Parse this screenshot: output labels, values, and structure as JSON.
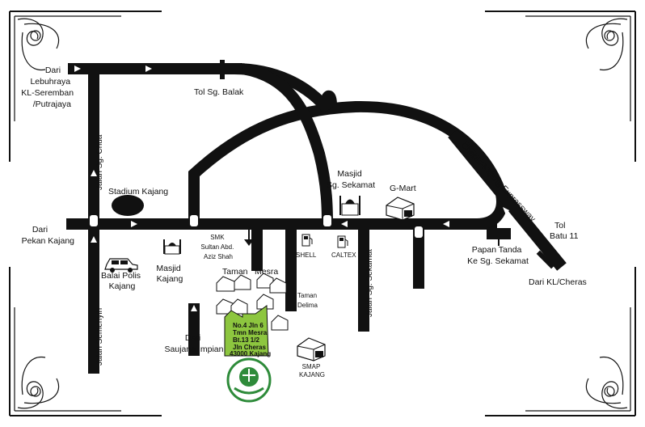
{
  "colors": {
    "road": "#111111",
    "highlight": "#8dc63f",
    "background": "#ffffff",
    "logo": "#2e8b3a"
  },
  "labels": {
    "dari_lebuhraya": [
      "Dari",
      "Lebuhraya",
      "KL-Seremban",
      "/Putrajaya"
    ],
    "tol_sg_balak": "Tol Sg. Balak",
    "jalan_sg_chua": "Jalan Sg. Chua",
    "stadium_kajang": "Stadium Kajang",
    "dari_pekan_kajang": [
      "Dari",
      "Pekan Kajang"
    ],
    "balai_polis": [
      "Balai Polis",
      "Kajang"
    ],
    "jalan_semenyih": "Jalan Semenyih",
    "masjid_kajang": [
      "Masjid",
      "Kajang"
    ],
    "smk": [
      "SMK",
      "Sultan Abd.",
      "Aziz Shah"
    ],
    "taman_mesra": [
      "Taman",
      "Mesra"
    ],
    "dari_saujana": [
      "Dari",
      "Saujana Impian"
    ],
    "taman_delima": [
      "Taman",
      "Delima"
    ],
    "shell": "SHELL",
    "caltex": "CALTEX",
    "masjid_sg_sekamat": [
      "Masjid",
      "Sg. Sekamat"
    ],
    "jalan_sg_sekamat": "Jalan Sg. Sekamat",
    "smap_kajang": [
      "SMAP",
      "KAJANG"
    ],
    "g_mart": "G-Mart",
    "cheras_kajang": "Cheras-Kajang Expressway",
    "tol_batu_11": [
      "Tol",
      "Batu 11"
    ],
    "papan_tanda": [
      "Papan Tanda",
      "Ke Sg. Sekamat"
    ],
    "dari_kl_cheras": "Dari KL/Cheras",
    "address": [
      "No.4 Jln 6",
      "Tmn Mesra",
      "Bt.13 1/2",
      "Jln Cheras",
      "43000 Kajang"
    ]
  },
  "icons": {
    "stadium": "stadium-oval-icon",
    "police": "police-car-icon",
    "mosque": "mosque-icon",
    "shell": "petrol-pump-icon",
    "caltex": "petrol-pump-icon",
    "gmart": "shop-building-icon",
    "smap": "school-building-icon",
    "signboard": "signboard-icon",
    "houses": "house-icon",
    "logo": "school-crest-logo",
    "corner": "ornamental-corner-icon",
    "arrows": "direction-arrow-icon"
  }
}
